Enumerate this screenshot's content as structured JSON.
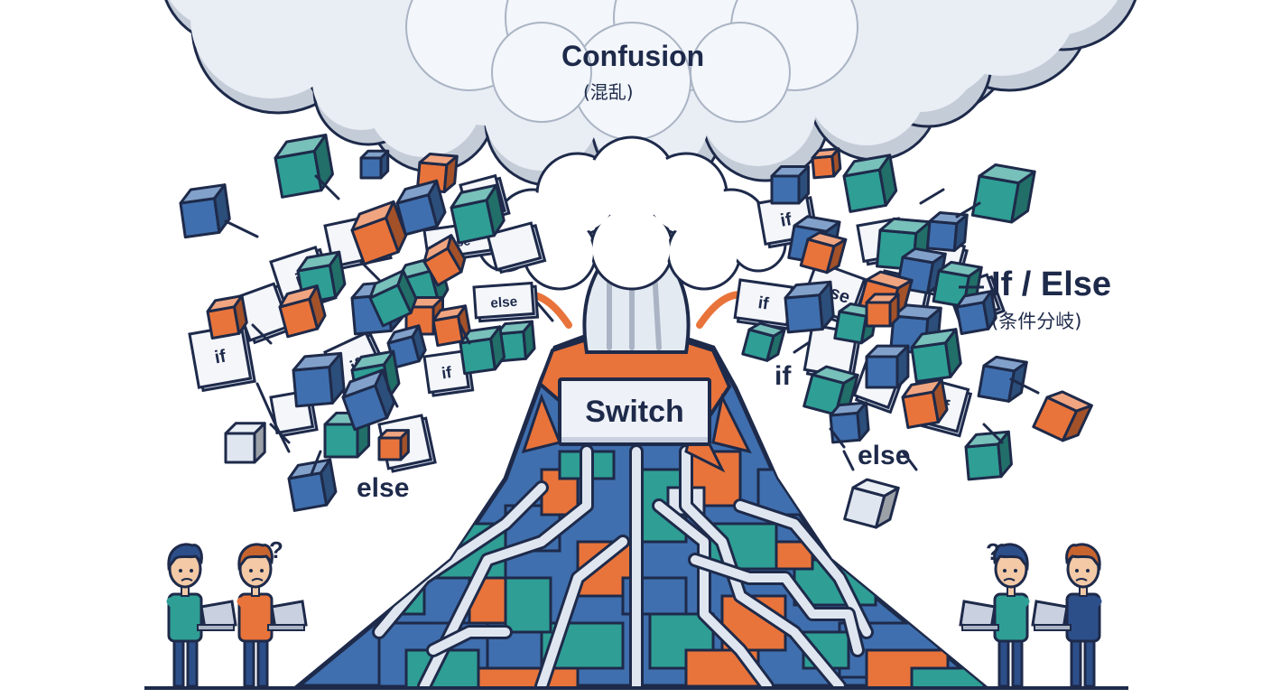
{
  "labels": {
    "confusion": "Confusion",
    "confusion_sub": "(混乱)",
    "if_else": "If / Else",
    "if_else_sub": "(条件分岐)",
    "switch": "Switch",
    "if_free": "if",
    "else_left": "else",
    "else_right": "else",
    "question": "?"
  },
  "block_words": {
    "if": "if",
    "else": "else"
  },
  "colors": {
    "outline": "#1e2a4a",
    "teal": "#2f9e95",
    "blue": "#3f6fae",
    "orange": "#e8743b",
    "light": "#dfe6f0",
    "cloud": "#e9edf4",
    "cloud_shadow": "#c4ccd8",
    "white": "#ffffff"
  }
}
